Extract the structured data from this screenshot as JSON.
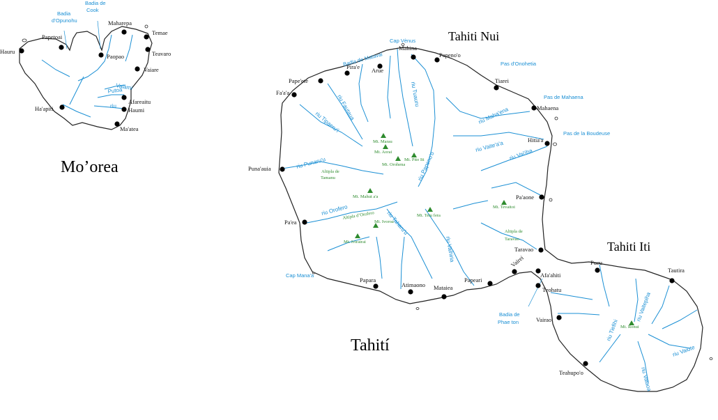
{
  "islands": [
    {
      "name": "Mo'orea",
      "display": "Mo’orea"
    },
    {
      "name": "Tahití",
      "display": "Tahití"
    }
  ],
  "regions": {
    "nui": "Tahiti Nui",
    "iti": "Tahiti Iti"
  },
  "moorea_towns": [
    {
      "name": "Hauru"
    },
    {
      "name": "Papetoai"
    },
    {
      "name": "Paopao"
    },
    {
      "name": "Maharepa"
    },
    {
      "name": "Temae"
    },
    {
      "name": "Teavaro"
    },
    {
      "name": "Vaiare"
    },
    {
      "name": "Afareaitu"
    },
    {
      "name": "Haumi"
    },
    {
      "name": "Ha'apiti"
    },
    {
      "name": "Ma'atea"
    }
  ],
  "moorea_water": [
    {
      "name": "Badia d'Opunohu",
      "lines": [
        "Badia",
        "d’Opunohu"
      ]
    },
    {
      "name": "Badia de Cook",
      "lines": [
        "Badia de",
        "Cook"
      ]
    }
  ],
  "moorea_rivers": [
    "Vaiami",
    "Putoa",
    "riu"
  ],
  "tahiti_towns": [
    {
      "name": "Mahina"
    },
    {
      "name": "Papeno'o"
    },
    {
      "name": "Tiarei"
    },
    {
      "name": "Mahaena"
    },
    {
      "name": "Hitia'a"
    },
    {
      "name": "Pira'e"
    },
    {
      "name": "Arue"
    },
    {
      "name": "Pape'ete"
    },
    {
      "name": "Fa'a'a"
    },
    {
      "name": "Puna'auia"
    },
    {
      "name": "Pa'ea"
    },
    {
      "name": "Papara"
    },
    {
      "name": "Atimaono"
    },
    {
      "name": "Mataiea"
    },
    {
      "name": "Papeari"
    },
    {
      "name": "Vairei"
    },
    {
      "name": "Pa'aone"
    },
    {
      "name": "Taravao"
    },
    {
      "name": "Afa'ahiti"
    },
    {
      "name": "Teohatu"
    },
    {
      "name": "Pueu"
    },
    {
      "name": "Tautira"
    },
    {
      "name": "Vairao"
    },
    {
      "name": "Teahupo'o"
    }
  ],
  "tahiti_water": [
    {
      "name": "Cap Vènus"
    },
    {
      "name": "Badia de Matavai"
    },
    {
      "name": "Pas d'Onohetia"
    },
    {
      "name": "Pas de Mahaena"
    },
    {
      "name": "Pas de la Boudeuse"
    },
    {
      "name": "Cap Mana'a"
    },
    {
      "name": "Badia de Phaeton",
      "lines": [
        "Badia de",
        "Phae ton"
      ]
    }
  ],
  "tahiti_rivers": [
    "riu Fautaua",
    "riu Tipaeru'i",
    "riu Punaru'u",
    "riu Orofero",
    "riu Tuauru",
    "riu Papeno'o",
    "riu Maha'ena",
    "riu Vaite'a'a",
    "riu Vai'iha",
    "riu Taharu'u",
    "riu Vaihiria",
    "riu Vaitepiha",
    "riu Tiefihi",
    "riu Vaiote",
    "riu Vaiaoa"
  ],
  "peaks": [
    {
      "name": "Mt. Marau"
    },
    {
      "name": "Mt. Aorai"
    },
    {
      "name": "Mt. Pito Iti"
    },
    {
      "name": "Mt. Orohena"
    },
    {
      "name": "Mt. Mahut a'a"
    },
    {
      "name": "Mt. Tetu fera"
    },
    {
      "name": "Mt. Ivoroa"
    },
    {
      "name": "Mt. Ivirairai"
    },
    {
      "name": "Mt. Tevaitoi"
    },
    {
      "name": "Mt. Ronui"
    }
  ],
  "plateaus": [
    {
      "name": "Altipla de Tamanu",
      "lines": [
        "Altipla de",
        "Tamanu"
      ]
    },
    {
      "name": "Altipla d'Orofero",
      "lines": [
        "Altipla d’Orofero"
      ]
    },
    {
      "name": "Altipla de Taravao",
      "lines": [
        "Altipla de",
        "Taravao"
      ]
    }
  ],
  "colors": {
    "water": "#1a8fd4",
    "peak": "#2e8b2e",
    "coast": "#222222"
  }
}
